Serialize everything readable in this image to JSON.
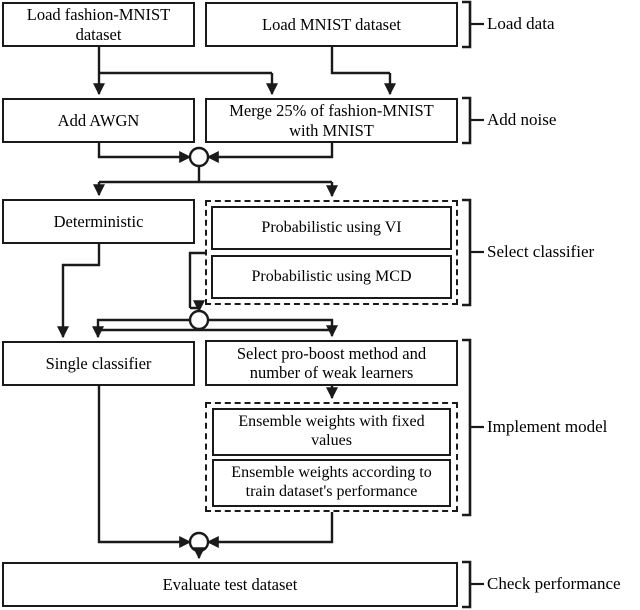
{
  "diagram": {
    "title": "Deep learning classification pipeline flowchart",
    "stroke_color": "#1a1a1a",
    "background_color": "#ffffff",
    "nodes": {
      "load_fashion_mnist": "Load fashion-MNIST dataset",
      "load_mnist": "Load MNIST dataset",
      "add_awgn": "Add AWGN",
      "merge_fashion": "Merge 25% of fashion-MNIST with MNIST",
      "deterministic": "Deterministic",
      "prob_vi": "Probabilistic using VI",
      "prob_mcd": "Probabilistic using MCD",
      "single_classifier": "Single classifier",
      "select_proboost": "Select pro-boost method and number of weak learners",
      "ensemble_fixed": "Ensemble weights with fixed values",
      "ensemble_train": "Ensemble weights according to train dataset's performance",
      "evaluate": "Evaluate test dataset"
    },
    "stage_labels": {
      "load_data": "Load data",
      "add_noise": "Add noise",
      "select_classifier": "Select classifier",
      "implement_model": "Implement model",
      "check_performance": "Check performance"
    }
  }
}
